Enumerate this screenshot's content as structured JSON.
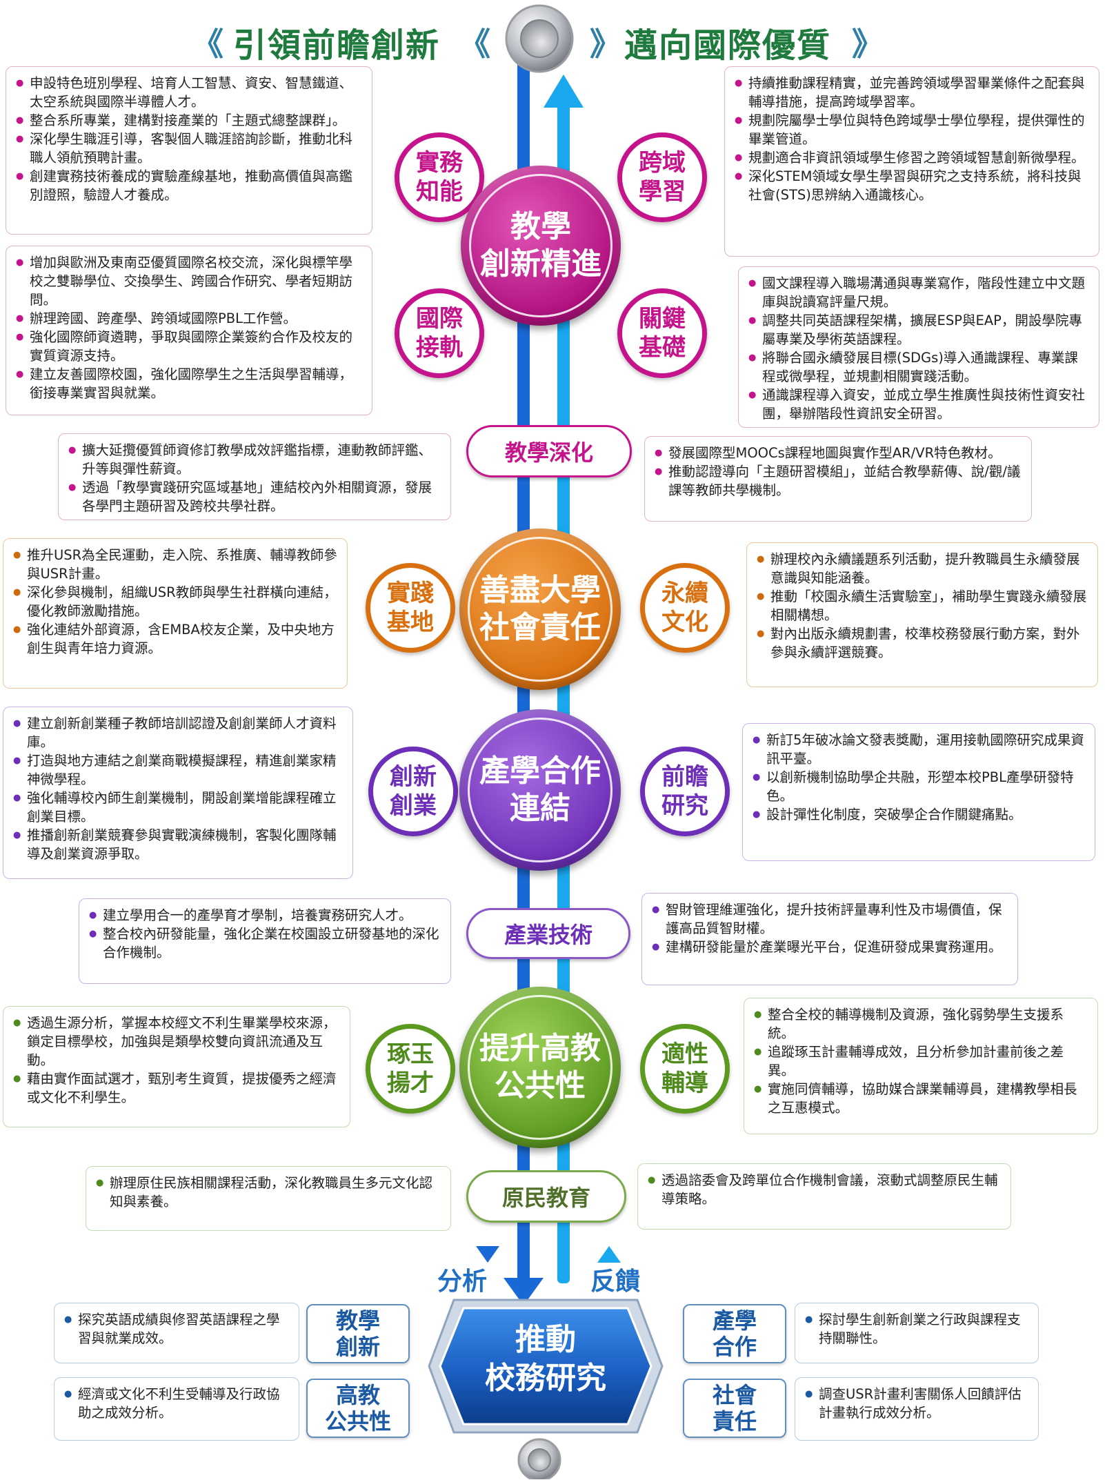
{
  "header": {
    "left_title": "引領前瞻創新",
    "right_title": "邁向國際優質",
    "chev_left_outer": "《",
    "chev_left_inner": "《",
    "chev_right_inner": "》",
    "chev_right_outer": "》"
  },
  "colors": {
    "pink": "#c4138b",
    "orange": "#d9700f",
    "purple": "#6e2fb8",
    "green": "#5c9a1f",
    "blue": "#1b5aa3",
    "spine_dark": "#1869d6",
    "spine_light": "#19a8ee"
  },
  "teaching": {
    "center": "教學創新精進",
    "center_l1": "教學",
    "center_l2": "創新精進",
    "tl": "實務知能",
    "tl_l1": "實務",
    "tl_l2": "知能",
    "tr": "跨域學習",
    "tr_l1": "跨域",
    "tr_l2": "學習",
    "bl": "國際接軌",
    "bl_l1": "國際",
    "bl_l2": "接軌",
    "br": "關鍵基礎",
    "br_l1": "關鍵",
    "br_l2": "基礎",
    "box_tl": [
      "申設特色班別學程、培育人工智慧、資安、智慧鐵道、太空系統與國際半導體人才。",
      "整合系所專業，建構對接產業的「主題式總整課群」。",
      "深化學生職涯引導，客製個人職涯諮詢診斷，推動北科職人領航預聘計畫。",
      "創建實務技術養成的實驗產線基地，推動高價值與高鑑別證照，驗證人才養成。"
    ],
    "box_tr": [
      "持續推動課程精實，並完善跨領域學習畢業條件之配套與輔導措施，提高跨域學習率。",
      "規劃院屬學士學位與特色跨域學士學位學程，提供彈性的畢業管道。",
      "規劃適合非資訊領域學生修習之跨領域智慧創新微學程。",
      "深化STEM領域女學生學習與研究之支持系統，將科技與社會(STS)思辨納入通識核心。"
    ],
    "box_bl": [
      "增加與歐洲及東南亞優質國際名校交流，深化與標竿學校之雙聯學位、交換學生、跨國合作研究、學者短期訪問。",
      "辦理跨國、跨產學、跨領域國際PBL工作營。",
      "強化國際師資遴聘，爭取與國際企業簽約合作及校友的實質資源支持。",
      "建立友善國際校園，強化國際學生之生活與學習輔導，銜接專業實習與就業。"
    ],
    "box_br": [
      "國文課程導入職場溝通與專業寫作，階段性建立中文題庫與說讀寫評量尺規。",
      "調整共同英語課程架構，擴展ESP與EAP，開設學院專屬專業及學術英語課程。",
      "將聯合國永續發展目標(SDGs)導入通識課程、專業課程或微學程，並規劃相關實踐活動。",
      "通識課程導入資安，並成立學生推廣性與技術性資安社團，舉辦階段性資訊安全研習。"
    ]
  },
  "pill_teaching": {
    "label": "教學深化",
    "left": [
      "擴大延攬優質師資修訂教學成效評鑑指標，連動教師評鑑、升等與彈性薪資。",
      "透過「教學實踐研究區域基地」連結校內外相關資源，發展各學門主題研習及跨校共學社群。"
    ],
    "right": [
      "發展國際型MOOCs課程地圖與實作型AR/VR特色教材。",
      "推動認證導向「主題研習模組」，並結合教學薪傳、說/觀/議課等教師共學機制。"
    ]
  },
  "usr": {
    "center": "善盡大學社會責任",
    "center_l1": "善盡大學",
    "center_l2": "社會責任",
    "left": "實踐基地",
    "left_l1": "實踐",
    "left_l2": "基地",
    "right": "永續文化",
    "right_l1": "永續",
    "right_l2": "文化",
    "box_left": [
      "推升USR為全民運動，走入院、系推廣、輔導教師參與USR計畫。",
      "深化參與機制，組織USR教師與學生社群橫向連結，優化教師激勵措施。",
      "強化連結外部資源，含EMBA校友企業，及中央地方創生與青年培力資源。"
    ],
    "box_right": [
      "辦理校內永續議題系列活動，提升教職員生永續發展意識與知能涵養。",
      "推動「校園永續生活實驗室」，補助學生實踐永續發展相關構想。",
      "對內出版永續規劃書，校準校務發展行動方案，對外參與永續評選競賽。"
    ]
  },
  "industry": {
    "center": "產學合作連結",
    "center_l1": "產學合作",
    "center_l2": "連結",
    "left": "創新創業",
    "left_l1": "創新",
    "left_l2": "創業",
    "right": "前瞻研究",
    "right_l1": "前瞻",
    "right_l2": "研究",
    "box_left": [
      "建立創新創業種子教師培訓認證及創創業師人才資料庫。",
      "打造與地方連結之創業商戰模擬課程，精進創業家精神微學程。",
      "強化輔導校內師生創業機制，開設創業增能課程確立創業目標。",
      "推播創新創業競賽參與實戰演練機制，客製化團隊輔導及創業資源爭取。"
    ],
    "box_right": [
      "新訂5年破冰論文發表獎勵，運用接軌國際研究成果資訊平臺。",
      "以創新機制協助學企共融，形塑本校PBL產學研發特色。",
      "設計彈性化制度，突破學企合作關鍵痛點。"
    ]
  },
  "pill_industry": {
    "label": "產業技術",
    "left": [
      "建立學用合一的產學育才學制，培養實務研究人才。",
      "整合校內研發能量，強化企業在校園設立研發基地的深化合作機制。"
    ],
    "right": [
      "智財管理維運強化，提升技術評量專利性及市場價值，保護高品質智財權。",
      "建構研發能量於產業曝光平台，促進研發成果實務運用。"
    ]
  },
  "public": {
    "center": "提升高教公共性",
    "center_l1": "提升高教",
    "center_l2": "公共性",
    "left": "琢玉揚才",
    "left_l1": "琢玉",
    "left_l2": "揚才",
    "right": "適性輔導",
    "right_l1": "適性",
    "right_l2": "輔導",
    "box_left": [
      "透過生源分析，掌握本校經文不利生畢業學校來源，鎖定目標學校，加強與是類學校雙向資訊流通及互動。",
      "藉由實作面試選才，甄別考生資質，提拔優秀之經濟或文化不利學生。"
    ],
    "box_right": [
      "整合全校的輔導機制及資源，強化弱勢學生支援系統。",
      "追蹤琢玉計畫輔導成效，且分析參加計畫前後之差異。",
      "實施同儕輔導，協助媒合課業輔導員，建構教學相長之互惠模式。"
    ]
  },
  "pill_indigenous": {
    "label": "原民教育",
    "left": [
      "辦理原住民族相關課程活動，深化教職員生多元文化認知與素養。"
    ],
    "right": [
      "透過諮委會及跨單位合作機制會議，滾動式調整原民生輔導策略。"
    ]
  },
  "bottom": {
    "analysis": "分析",
    "feedback": "反饋",
    "center_l1": "推動",
    "center_l2": "校務研究",
    "tl_box": "教學創新",
    "tl_l1": "教學",
    "tl_l2": "創新",
    "bl_box": "高教公共性",
    "bl_l1": "高教",
    "bl_l2": "公共性",
    "tr_box": "產學合作",
    "tr_l1": "產學",
    "tr_l2": "合作",
    "br_box": "社會責任",
    "br_l1": "社會",
    "br_l2": "責任",
    "tl_text": [
      "探究英語成績與修習英語課程之學習與就業成效。"
    ],
    "bl_text": [
      "經濟或文化不利生受輔導及行政協助之成效分析。"
    ],
    "tr_text": [
      "探討學生創新創業之行政與課程支持關聯性。"
    ],
    "br_text": [
      "調查USR計畫利害關係人回饋評估計畫執行成效分析。"
    ]
  }
}
